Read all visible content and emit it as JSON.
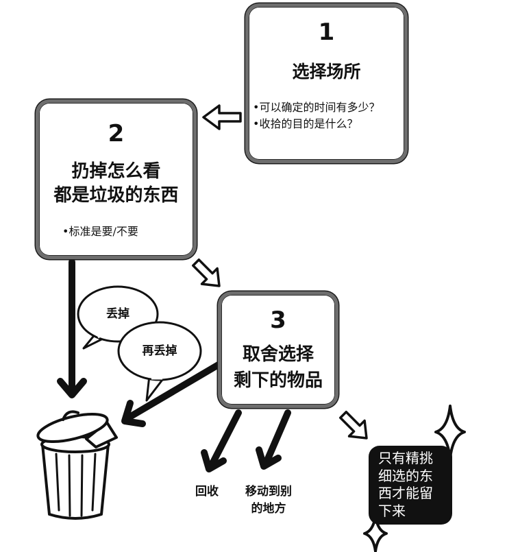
{
  "step1": {
    "number": "1",
    "title": "选择场所",
    "bullets": [
      "•可以确定的时间有多少？",
      "•收拾的目的是什么？"
    ]
  },
  "step2": {
    "number": "2",
    "title_line1": "扔掉怎么看",
    "title_line2": "都是垃圾的东西",
    "bullets": [
      "•标准是要/不要"
    ]
  },
  "step3": {
    "number": "3",
    "title_line1": "取舍选择",
    "title_line2": "剩下的物品"
  },
  "bubbles": {
    "discard": "丢掉",
    "discard_again": "再丢掉"
  },
  "outcomes": {
    "recycle": "回收",
    "relocate_line1": "移动到别",
    "relocate_line2": "的地方"
  },
  "result_box": {
    "lines": [
      "只有精挑",
      "细选的东",
      "西才能留",
      "下来"
    ]
  },
  "icons": [
    "hollow-arrow-icon",
    "trash-can-icon",
    "sparkle-icon",
    "speech-bubble-icon"
  ],
  "colors": {
    "box_border": "#6e6e6e",
    "ink": "#111111",
    "result_background": "#111111",
    "result_text": "#ffffff"
  }
}
